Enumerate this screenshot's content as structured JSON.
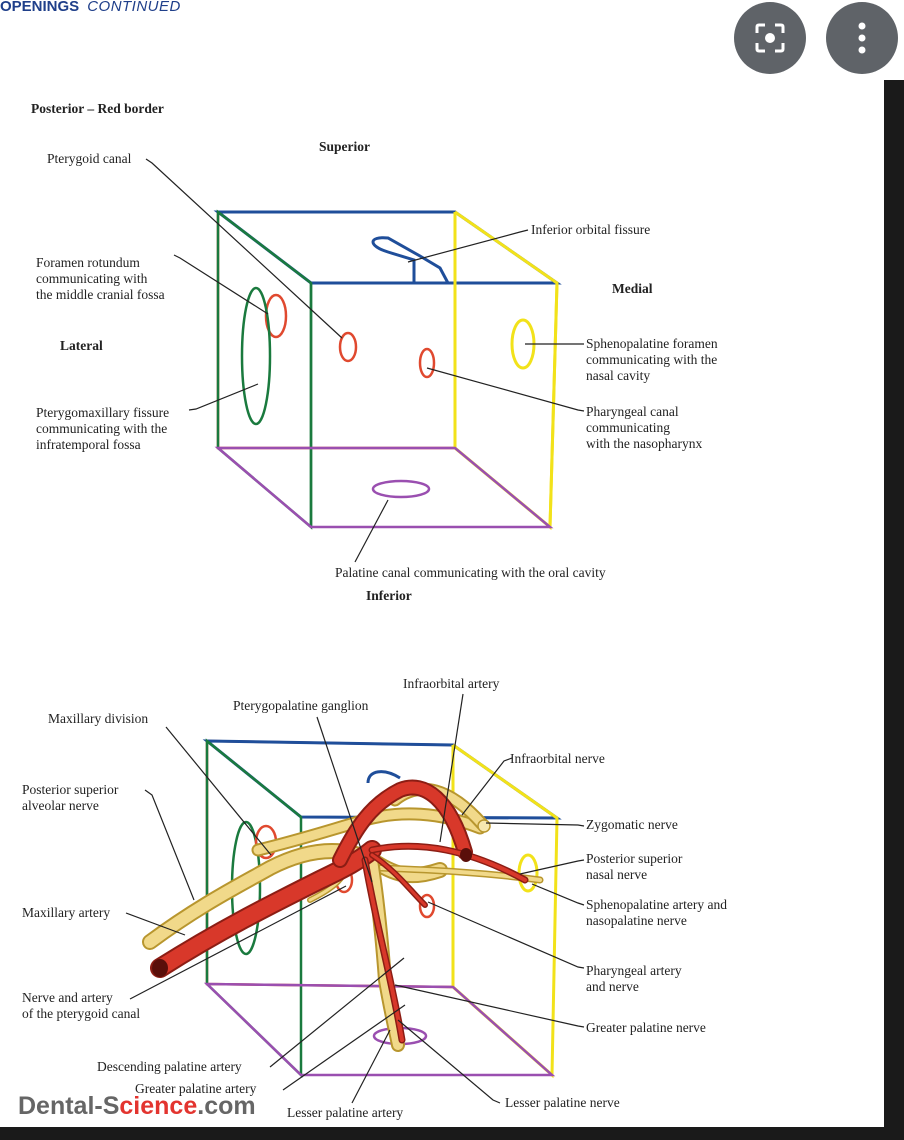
{
  "header": {
    "title": "OPENINGS",
    "subtitle": "CONTINUED"
  },
  "toolbar": {
    "lens_icon": "lens-search-icon",
    "menu_icon": "more-vert-icon"
  },
  "colors": {
    "posterior_border": "#e0492f",
    "top_blue": "#1f4e9a",
    "lateral_green": "#1a7a3e",
    "medial_yellow": "#f2e21a",
    "inferior_purple": "#9a4fb0",
    "artery_red": "#d8382a",
    "nerve_yellow": "#f1d98a",
    "watermark_red": "#e3342f"
  },
  "diagram1": {
    "caption": "Posterior – Red border",
    "superior": "Superior",
    "inferior": "Inferior",
    "lateral": "Lateral",
    "medial": "Medial",
    "labels": {
      "pterygoid_canal": "Pterygoid canal",
      "foramen_rotundum": "Foramen rotundum\ncommunicating with\nthe middle cranial fossa",
      "pterygomaxillary_fissure": "Pterygomaxillary fissure\ncommunicating with the\ninfratemporal fossa",
      "inferior_orbital_fissure": "Inferior orbital fissure",
      "sphenopalatine_foramen": "Sphenopalatine foramen\ncommunicating with the\nnasal cavity",
      "pharyngeal_canal": "Pharyngeal canal\ncommunicating\nwith the nasopharynx",
      "palatine_canal": "Palatine canal communicating with the oral cavity"
    }
  },
  "diagram2": {
    "labels": {
      "infraorbital_artery": "Infraorbital artery",
      "pterygopalatine_ganglion": "Pterygopalatine ganglion",
      "maxillary_division": "Maxillary division",
      "infraorbital_nerve": "Infraorbital nerve",
      "posterior_superior_alveolar": "Posterior superior\nalveolar nerve",
      "zygomatic_nerve": "Zygomatic nerve",
      "posterior_superior_nasal": "Posterior superior\nnasal nerve",
      "maxillary_artery": "Maxillary artery",
      "sphenopalatine_artery": "Sphenopalatine artery and\nnasopalatine nerve",
      "pharyngeal_artery": "Pharyngeal artery\nand nerve",
      "nerve_pterygoid_canal": "Nerve and artery\nof the pterygoid canal",
      "greater_palatine_nerve": "Greater palatine nerve",
      "descending_palatine_artery": "Descending palatine artery",
      "greater_palatine_artery": "Greater palatine artery",
      "lesser_palatine_nerve": "Lesser palatine nerve",
      "lesser_palatine_artery": "Lesser palatine artery"
    }
  },
  "watermark": {
    "part1": "Dental-S",
    "part2": "cience",
    "part3": ".com"
  }
}
